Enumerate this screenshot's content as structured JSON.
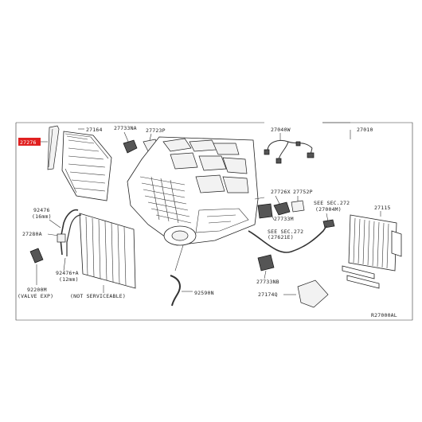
{
  "diagram": {
    "highlighted_part": "27276",
    "highlight_color": "#e02020",
    "diagram_code": "R27000AL",
    "labels": {
      "p27276": "27276",
      "p27164": "27164",
      "p27733NA": "27733NA",
      "p27723P": "27723P",
      "p27040W": "27040W",
      "p27010": "27010",
      "p27726X": "27726X",
      "p27752P": "27752P",
      "see272_a": "SEE SEC.272",
      "see272_a_sub": "(27004M)",
      "p27733M": "27733M",
      "see272_b": "SEE SEC.272",
      "see272_b_sub": "(27621E)",
      "p27115": "27115",
      "p92476": "92476",
      "p92476_size": "(16mm)",
      "p27280A": "27280A",
      "p92476A": "92476+A",
      "p92476A_size": "(12mm)",
      "p92200M": "92200M",
      "p92200M_note": "(VALVE EXP)",
      "not_serviceable": "(NOT SERVICEABLE)",
      "p92590N": "92590N",
      "p27733NB": "27733NB",
      "p27174Q": "27174Q"
    }
  }
}
